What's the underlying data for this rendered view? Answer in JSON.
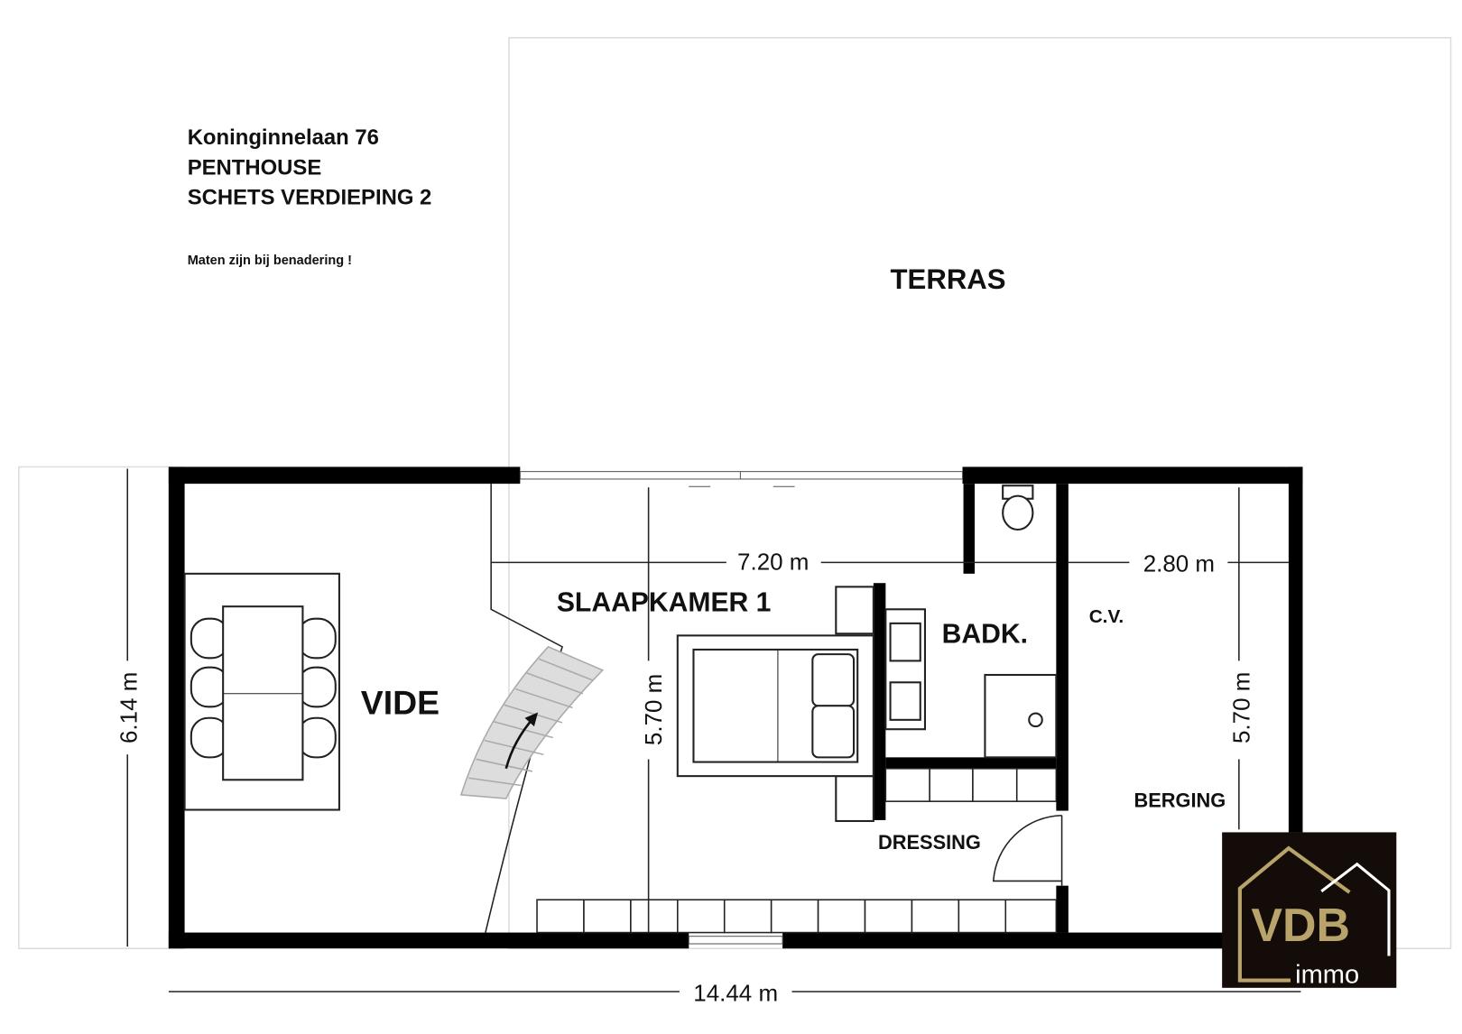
{
  "header": {
    "address": "Koninginnelaan 76",
    "unit": "PENTHOUSE",
    "sheet": "SCHETS VERDIEPING 2",
    "note": "Maten zijn bij benadering !"
  },
  "rooms": {
    "terras": "TERRAS",
    "vide": "VIDE",
    "slaapkamer": "SLAAPKAMER 1",
    "badk": "BADK.",
    "cv": "C.V.",
    "berging": "BERGING",
    "dressing": "DRESSING"
  },
  "dimensions": {
    "total_width": "14.44 m",
    "total_depth": "6.14 m",
    "bedroom_width": "7.20 m",
    "bedroom_depth": "5.70 m",
    "storage_width": "2.80 m",
    "storage_depth": "5.70 m"
  },
  "logo": {
    "text": "VDB",
    "sub": "immo",
    "gold": "#b8a46a",
    "bg": "#130c08"
  }
}
